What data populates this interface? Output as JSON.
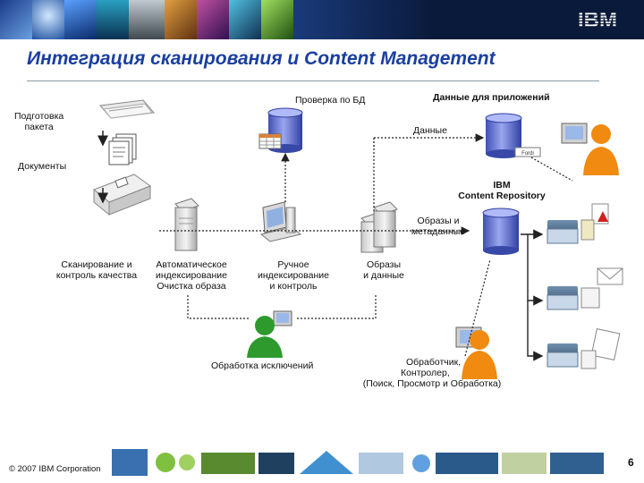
{
  "title": "Интеграция сканирования и Content Management",
  "footer": {
    "copyright": "© 2007 IBM Corporation",
    "page_number": "6"
  },
  "logo": {
    "text": "IBM"
  },
  "labels": {
    "prepare_package": [
      "Подготовка",
      "пакета"
    ],
    "documents": "Документы",
    "db_check": "Проверка по БД",
    "app_data": "Данные для приложений",
    "data": "Данные",
    "repository": [
      "IBM",
      "Content Repository"
    ],
    "images_metadata": [
      "Образы и",
      "метаданные"
    ],
    "scanning_qc": [
      "Сканирование и",
      "контроль качества"
    ],
    "auto_indexing": [
      "Автоматическое",
      "индексирование",
      "Очистка образа"
    ],
    "manual_indexing": [
      "Ручное",
      "индексирование",
      "и контроль"
    ],
    "images_data": [
      "Образы",
      "и данные"
    ],
    "exception_handling": "Обработка исключений",
    "handler": [
      "Обработчик,",
      "Контролер,",
      "(Поиск, Просмотр и Обработка)"
    ],
    "db_badge": "Fordi"
  },
  "colors": {
    "title": "#1a3fa0",
    "person_orange": "#f08a10",
    "person_green": "#2e9a2e",
    "db_blue": "#6070c8",
    "banner": "#0a1a3a"
  }
}
